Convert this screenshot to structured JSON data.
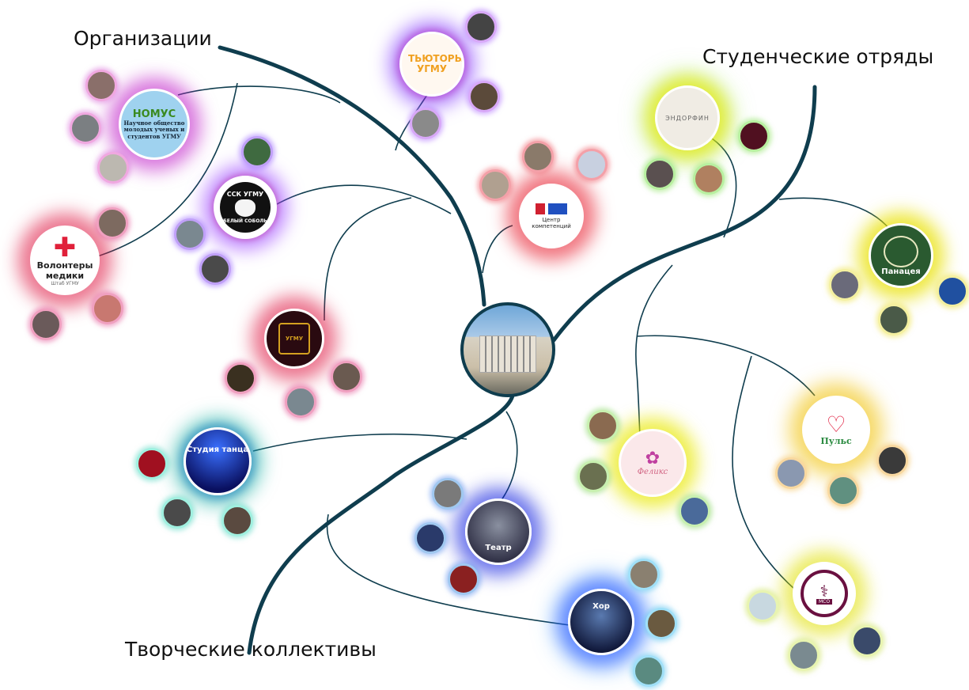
{
  "branches": {
    "organizations": "Организации",
    "student_squads": "Студенческие отряды",
    "creative_groups": "Творческие коллективы"
  },
  "nodes": {
    "nomeus": {
      "logo_text": "НОМУС",
      "text": "Научное общество молодых ученых и студентов УГМУ",
      "glow": "#c020c8"
    },
    "tutors": {
      "text": "ТЬЮТОРЫ УГМУ",
      "glow": "#7a2cff"
    },
    "volunteers": {
      "text": "Волонтеры медики",
      "sub": "Штаб УГМУ",
      "glow": "#e0204a"
    },
    "ssk": {
      "text": "ССК УГМУ",
      "sub": "БЕЛЫЙ СОБОЛЬ",
      "glow": "#9a40ff"
    },
    "competence": {
      "text": "Центр компетенций",
      "glow": "#e82030"
    },
    "ugmu_council": {
      "text": "УГМУ",
      "glow": "#e0204a"
    },
    "endorphin": {
      "text": "ЭНДОРФИН",
      "glow": "#e8e800"
    },
    "panacea": {
      "text": "Панацея",
      "glow": "#e8e000"
    },
    "pulse": {
      "text": "Пульс",
      "glow": "#f0c000"
    },
    "feliks": {
      "text": "Феликс",
      "glow": "#e8e800"
    },
    "medic_squad": {
      "text": "МСО",
      "glow": "#e0e000"
    },
    "dance": {
      "text": "Студия танца",
      "glow": "#10b0a0"
    },
    "theatre": {
      "text": "Театр",
      "glow": "#1020e0"
    },
    "choir": {
      "text": "Хор",
      "glow": "#1a40ff"
    }
  },
  "colors": {
    "branch": "#0f3d4e"
  }
}
